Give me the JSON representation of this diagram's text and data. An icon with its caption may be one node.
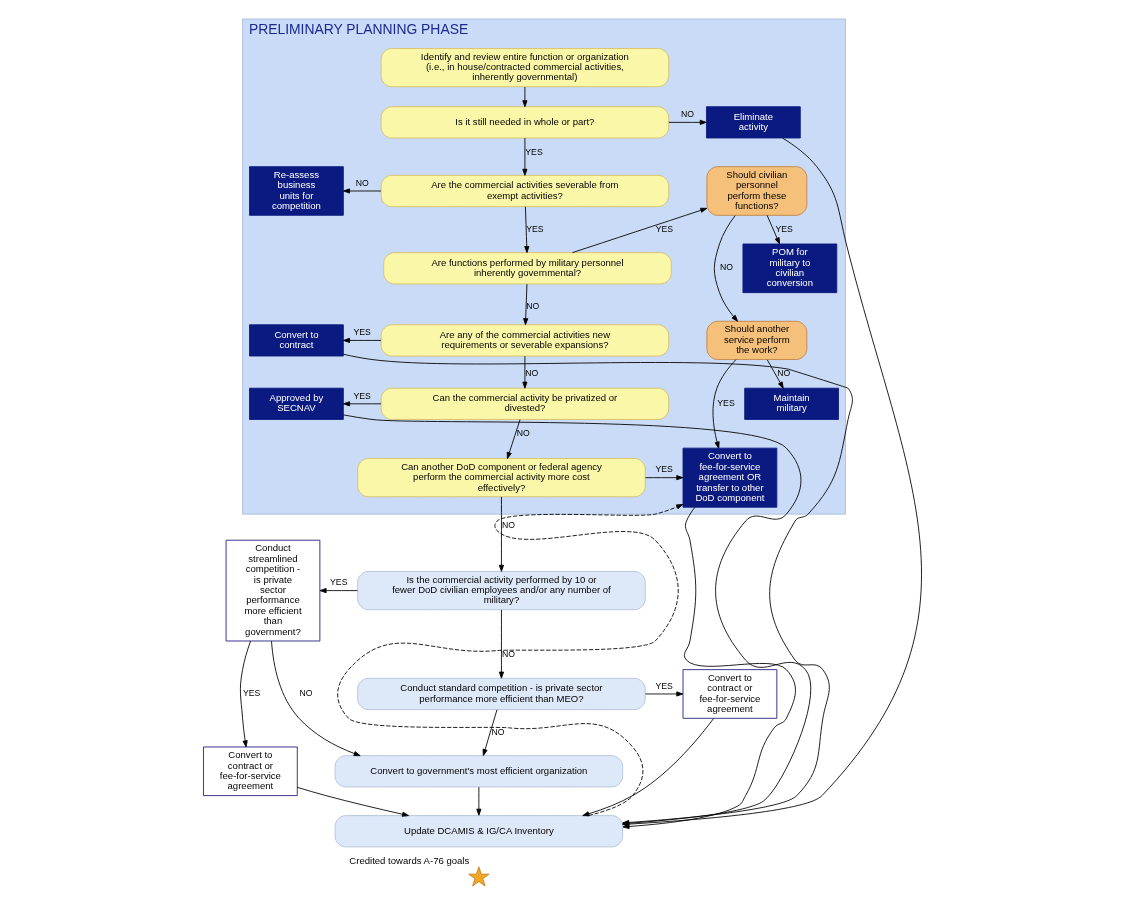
{
  "diagram": {
    "nodes": [
      {
        "text": [
          "PRELIMINARY PLANNING PHASE"
        ]
      },
      {
        "text": [
          "Identify and review entire function or organization (i.e., in house/contracted commercial activities, inherently governmental)"
        ],
        "in": 0
      },
      {
        "text": [
          "Is it still needed in whole or part?"
        ],
        "in": 0
      },
      {
        "text": [
          "Eliminate activity"
        ],
        "in": 0
      },
      {
        "text": [
          "Re-assess business units for competition"
        ],
        "in": 0
      },
      {
        "text": [
          "Are the commercial activities severable from exempt activities?"
        ],
        "in": 0
      },
      {
        "text": [
          "Should civilian personnel perform these functions?"
        ],
        "in": 0
      },
      {
        "text": [
          "Are functions performed by military personnel inherently governmental?"
        ],
        "in": 0
      },
      {
        "text": [
          "POM for military to civilian conversion"
        ],
        "in": 0
      },
      {
        "text": [
          "Convert to contract"
        ],
        "in": 0
      },
      {
        "text": [
          "Are any of the commercial activities new requirements or severable expansions?"
        ],
        "in": 0
      },
      {
        "text": [
          "Should another service perform the work?"
        ],
        "in": 0
      },
      {
        "text": [
          "Approved by SECNAV"
        ],
        "in": 0
      },
      {
        "text": [
          "Can the commercial activity be privatized or divested?"
        ],
        "in": 0
      },
      {
        "text": [
          "Maintain military"
        ],
        "in": 0
      },
      {
        "text": [
          "Can another DoD component or federal agency perform the commercial activity more cost effectively?"
        ],
        "in": 0
      },
      {
        "text": [
          "Convert to fee-for-service agreement OR transfer to other DoD component"
        ],
        "in": 0
      },
      {
        "text": [
          "Conduct streamlined competition - is private sector performance more efficient than government?"
        ]
      },
      {
        "text": [
          "Is the commercial activity performed by 10 or fewer DoD civilian employees and/or any number of military?"
        ]
      },
      {
        "text": [
          "Conduct standard competition - is private sector performance more efficient than MEO?"
        ]
      },
      {
        "text": [
          "Convert to contract or fee-for-service agreement"
        ]
      },
      {
        "text": [
          "Convert to government's most efficient organization"
        ]
      },
      {
        "text": [
          "Convert to contract or fee-for-service agreement"
        ]
      },
      {
        "text": [
          "Update DCAMIS & IG/CA Inventory"
        ]
      }
    ],
    "edges": [
      {
        "from": 1,
        "to": 2,
        "arrow": "to"
      },
      {
        "from": 2,
        "to": 3,
        "arrow": "to",
        "label": "NO"
      },
      {
        "from": 2,
        "to": 5,
        "arrow": "to",
        "label": "YES"
      },
      {
        "from": 5,
        "to": 4,
        "arrow": "to",
        "label": "NO"
      },
      {
        "from": 5,
        "to": 7,
        "arrow": "to",
        "label": "YES"
      },
      {
        "from": 7,
        "to": 6,
        "arrow": "to",
        "label": "YES"
      },
      {
        "from": 6,
        "to": 8,
        "arrow": "to",
        "label": "YES"
      },
      {
        "from": 6,
        "to": 11,
        "arrow": "to",
        "label": "NO"
      },
      {
        "from": 7,
        "to": 10,
        "arrow": "to",
        "label": "NO"
      },
      {
        "from": 10,
        "to": 9,
        "arrow": "to",
        "label": "YES"
      },
      {
        "from": 10,
        "to": 13,
        "arrow": "to",
        "label": "NO"
      },
      {
        "from": 13,
        "to": 12,
        "arrow": "to",
        "label": "YES"
      },
      {
        "from": 13,
        "to": 15,
        "arrow": "to",
        "label": "NO"
      },
      {
        "from": 11,
        "to": 16,
        "arrow": "to",
        "label": "YES"
      },
      {
        "from": 11,
        "to": 14,
        "arrow": "to",
        "label": "NO"
      },
      {
        "from": 15,
        "to": 16,
        "arrow": "to",
        "label": "YES"
      },
      {
        "from": 15,
        "to": 18,
        "arrow": "to",
        "label": "NO"
      },
      {
        "from": 18,
        "to": 17,
        "arrow": "to",
        "label": "YES"
      },
      {
        "from": 18,
        "to": 19,
        "arrow": "to",
        "label": "NO"
      },
      {
        "from": 19,
        "to": 20,
        "arrow": "to",
        "label": "YES"
      },
      {
        "from": 19,
        "to": 21,
        "arrow": "to",
        "label": "NO"
      },
      {
        "from": 17,
        "to": 22,
        "arrow": "to",
        "label": "YES"
      },
      {
        "from": 17,
        "to": 21,
        "arrow": "to",
        "label": "NO"
      },
      {
        "from": 21,
        "to": 23,
        "arrow": "to"
      },
      {
        "from": 22,
        "to": 23,
        "arrow": "to"
      },
      {
        "from": 20,
        "to": 23,
        "arrow": "to"
      },
      {
        "from": 9,
        "to": 23,
        "arrow": "to"
      },
      {
        "from": 12,
        "to": 23,
        "arrow": "to"
      },
      {
        "from": 3,
        "to": 23,
        "arrow": "to"
      },
      {
        "from": 16,
        "to": 23,
        "arrow": "to"
      },
      {
        "from": 23,
        "to": 16,
        "arrow": "to",
        "style": "dashed"
      }
    ],
    "legend": [
      {
        "text": "Credited towards A-76 goals"
      }
    ]
  }
}
